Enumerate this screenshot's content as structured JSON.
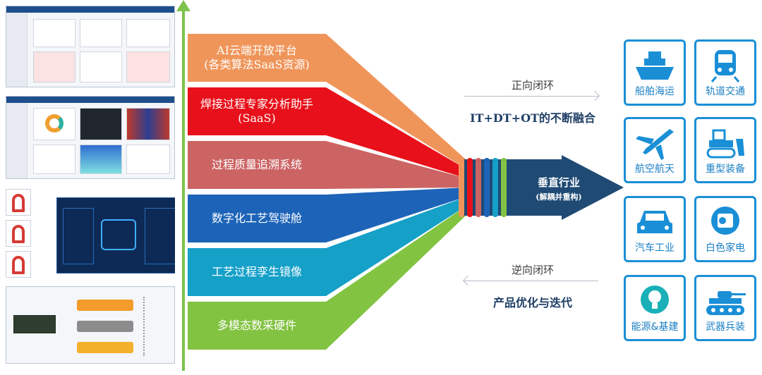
{
  "layers": [
    {
      "label": "AI云端开放平台\n(各类算法SaaS资源)",
      "color": "#f0955a"
    },
    {
      "label": "焊接过程专家分析助手\n(SaaS)",
      "color": "#e8101a"
    },
    {
      "label": "过程质量追溯系统",
      "color": "#cc6464"
    },
    {
      "label": "数字化工艺驾驶舱",
      "color": "#1d64b8"
    },
    {
      "label": "工艺过程孪生镜像",
      "color": "#15a0c8"
    },
    {
      "label": "多模态数采硬件",
      "color": "#82c341"
    }
  ],
  "rings": [
    "#f0955a",
    "#e8101a",
    "#cc6464",
    "#1d64b8",
    "#15a0c8",
    "#82c341"
  ],
  "vertical": {
    "title": "垂直行业",
    "subtitle": "(解耦并重构)",
    "color": "#1f4a74"
  },
  "forward_loop": {
    "label": "正向闭环",
    "text": "IT+DT+OT的不断融合"
  },
  "reverse_loop": {
    "label": "逆向闭环",
    "text": "产品优化与迭代"
  },
  "industries": [
    {
      "label": "船舶海运",
      "icon": "ship-icon"
    },
    {
      "label": "轨道交通",
      "icon": "train-icon"
    },
    {
      "label": "航空航天",
      "icon": "airplane-icon"
    },
    {
      "label": "重型装备",
      "icon": "bulldozer-icon"
    },
    {
      "label": "汽车工业",
      "icon": "car-icon"
    },
    {
      "label": "白色家电",
      "icon": "appliance-icon"
    },
    {
      "label": "能源&基建",
      "icon": "lightbulb-icon"
    },
    {
      "label": "武器兵装",
      "icon": "tank-icon"
    }
  ],
  "accent": "#1a8fd6"
}
